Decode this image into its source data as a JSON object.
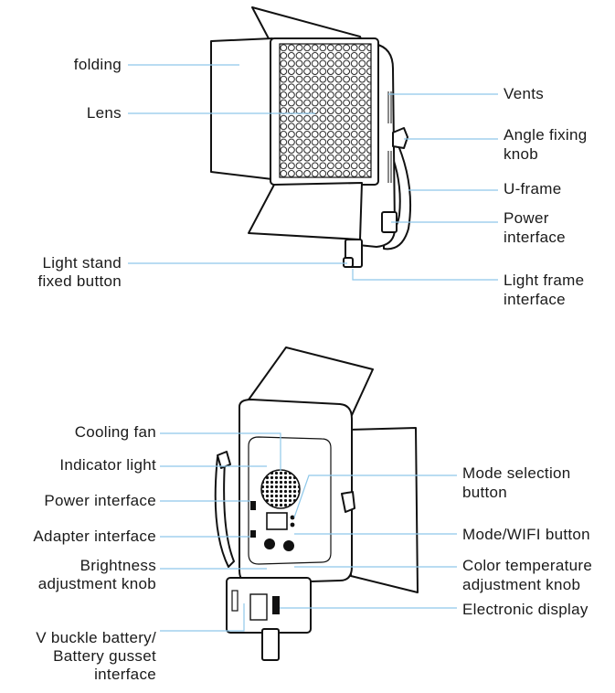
{
  "front_view": {
    "labels": {
      "folding": "folding",
      "lens": "Lens",
      "vents": "Vents",
      "angle_knob_1": "Angle fixing",
      "angle_knob_2": "knob",
      "u_frame": "U-frame",
      "power_1": "Power",
      "power_2": "interface",
      "stand_btn_1": "Light stand",
      "stand_btn_2": "fixed button",
      "frame_if_1": "Light frame",
      "frame_if_2": "interface"
    }
  },
  "back_view": {
    "labels": {
      "cooling_fan": "Cooling fan",
      "indicator": "Indicator light",
      "power_if": "Power interface",
      "adapter_if": "Adapter interface",
      "brightness_1": "Brightness",
      "brightness_2": "adjustment knob",
      "battery_1": "V buckle battery/",
      "battery_2": "Battery gusset",
      "battery_3": "interface",
      "mode_sel_1": "Mode selection",
      "mode_sel_2": "button",
      "mode_wifi": "Mode/WIFI button",
      "color_temp_1": "Color temperature",
      "color_temp_2": "adjustment knob",
      "display": "Electronic display"
    }
  }
}
